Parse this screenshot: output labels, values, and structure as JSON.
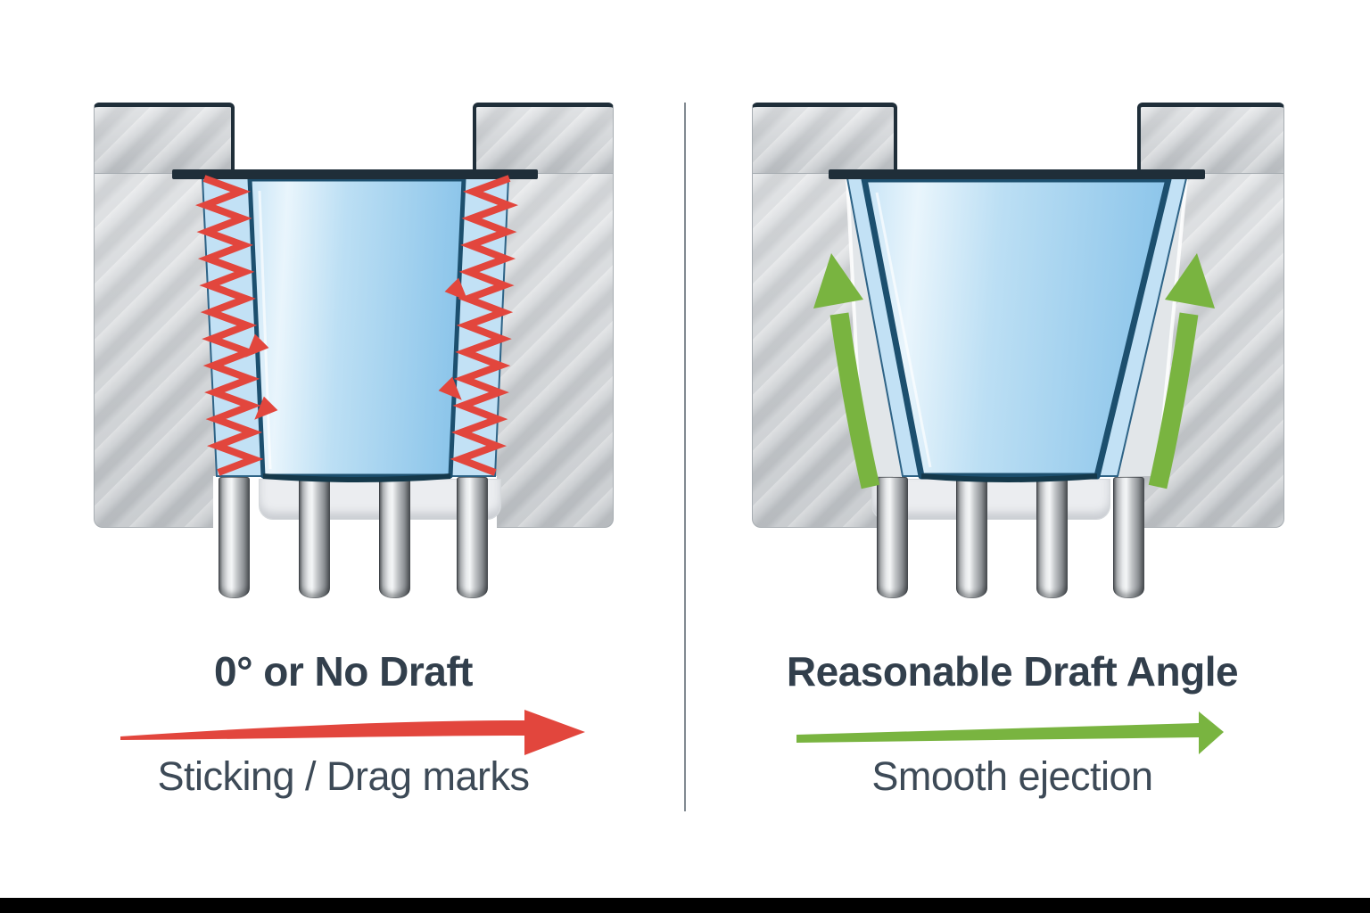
{
  "left_panel": {
    "title": "0° or No Draft",
    "caption": "Sticking / Drag marks"
  },
  "right_panel": {
    "title": "Reasonable Draft Angle",
    "caption": "Smooth ejection"
  },
  "colors": {
    "red": "#e2463d",
    "green": "#79b440",
    "cavity_blue": "#c2e1f5",
    "outline_navy": "#1c4f6e",
    "mold_dark": "#1f2e39",
    "mold_gray": "#d3d6d9",
    "title_text": "#323f4c",
    "caption_text": "#3d4a57",
    "divider": "#6b757e",
    "plate": "#ebedf0",
    "bottom_bar": "#000000",
    "page_bg": "#ffffff"
  }
}
